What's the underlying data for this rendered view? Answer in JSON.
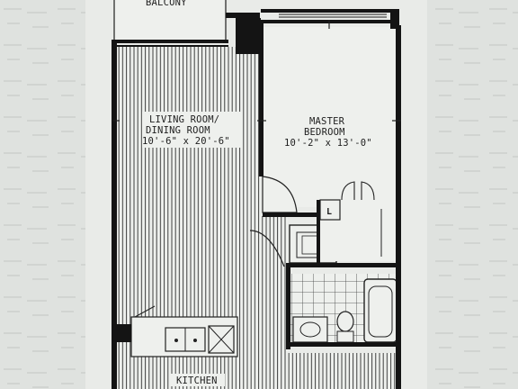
{
  "rooms": {
    "balcony": {
      "label": "BALCONY"
    },
    "living": {
      "label_line1": "LIVING ROOM/",
      "label_line2": "DINING ROOM",
      "dimensions": "10'-6\" x 20'-6\""
    },
    "master": {
      "label_line1": "MASTER",
      "label_line2": "BEDROOM",
      "dimensions": "10'-2\" x 13'-0\""
    },
    "closet": {
      "label": "L"
    },
    "kitchen": {
      "label": "KITCHEN"
    }
  },
  "colors": {
    "paper": "#e9ebe8",
    "background": "#d9dcd9",
    "wall": "#141414",
    "hatch": "#2a2a2a"
  }
}
